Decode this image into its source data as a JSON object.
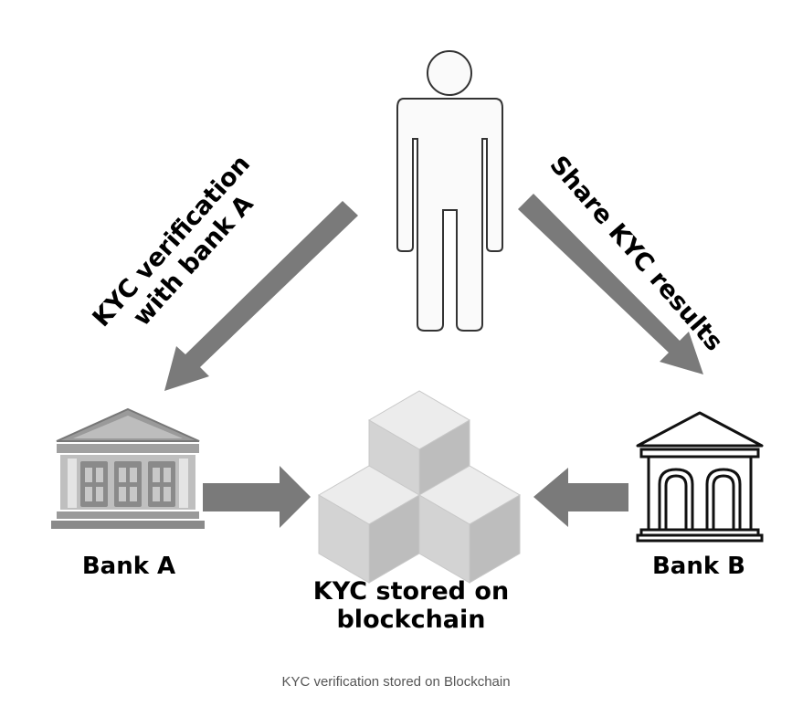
{
  "edges": {
    "kyc_verification": "KYC verification\nwith bank A",
    "share_results": "Share KYC results"
  },
  "nodes": {
    "bank_a": "Bank A",
    "bank_b": "Bank B",
    "blockchain": "KYC stored on\nblockchain"
  },
  "caption": "KYC verification stored on Blockchain",
  "icons": {
    "person": "person-icon",
    "bank_a": "bank-building-icon",
    "bank_b": "bank-outline-icon",
    "blockchain": "cubes-icon"
  },
  "colors": {
    "arrow": "#7a7a7a",
    "text": "#000000",
    "caption": "#555555"
  }
}
